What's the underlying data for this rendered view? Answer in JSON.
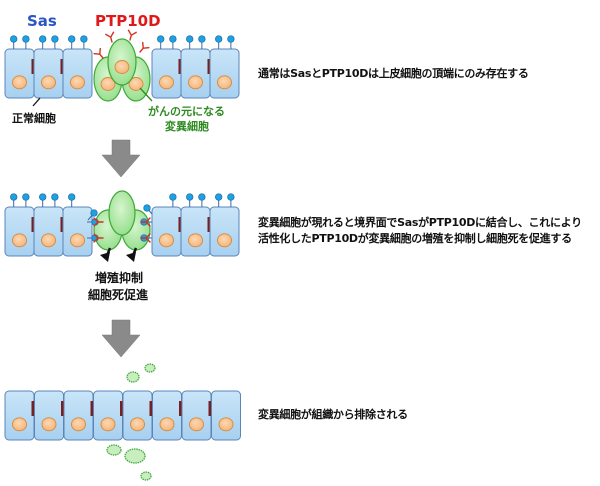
{
  "colors": {
    "cell_fill": "#b9dcf5",
    "cell_stroke": "#5b84b8",
    "nucleus_fill": "#f8c79a",
    "nucleus_stroke": "#d68a3a",
    "junction": "#7a1f1f",
    "sas_head": "#1fa0e0",
    "sas_label": "#2a55c6",
    "ptp_label": "#e01818",
    "ptp_receptor": "#d63020",
    "mutant_fill": "#a8e6a0",
    "mutant_stroke": "#3fa83a",
    "mutant_label": "#2e8b22",
    "arrow": "#8a8a8a"
  },
  "panels": [
    {
      "labels": {
        "sas": "Sas",
        "ptp10d": "PTP10D",
        "normal_cell": "正常細胞",
        "mutant_cell_line1": "がんの元になる",
        "mutant_cell_line2": "変異細胞"
      },
      "description": "通常はSasとPTP10Dは上皮細胞の頂端にのみ存在する"
    },
    {
      "labels": {
        "effect_line1": "増殖抑制",
        "effect_line2": "細胞死促進"
      },
      "description_line1": "変異細胞が現れると境界面でSasがPTP10Dに結合し、これにより",
      "description_line2": "活性化したPTP10Dが変異細胞の増殖を抑制し細胞死を促進する"
    },
    {
      "description": "変異細胞が組織から排除される"
    }
  ]
}
